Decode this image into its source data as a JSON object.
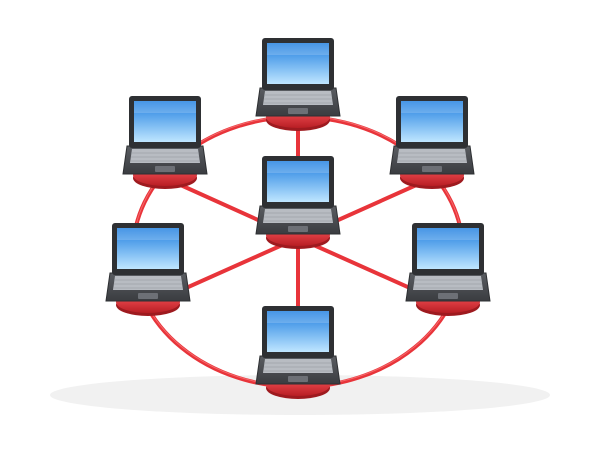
{
  "scene": {
    "subject": "laptop-network",
    "laptop_count": 7,
    "hub_laptop": "center",
    "laptops": [
      {
        "id": "top"
      },
      {
        "id": "upper-left"
      },
      {
        "id": "upper-right"
      },
      {
        "id": "center"
      },
      {
        "id": "lower-left"
      },
      {
        "id": "lower-right"
      },
      {
        "id": "bottom"
      }
    ]
  },
  "colors": {
    "background": "#ffffff",
    "cable": "#e8343a",
    "cable_highlight": "#ff8a8a",
    "base_disc": "#d92a30",
    "laptop_body": "#4a4c50",
    "laptop_frame": "#2e3033",
    "screen_top": "#1f7fe0",
    "screen_bottom": "#bfe6ff",
    "keyboard": "#b8bcc2",
    "shadow": "#e6e6e6"
  }
}
